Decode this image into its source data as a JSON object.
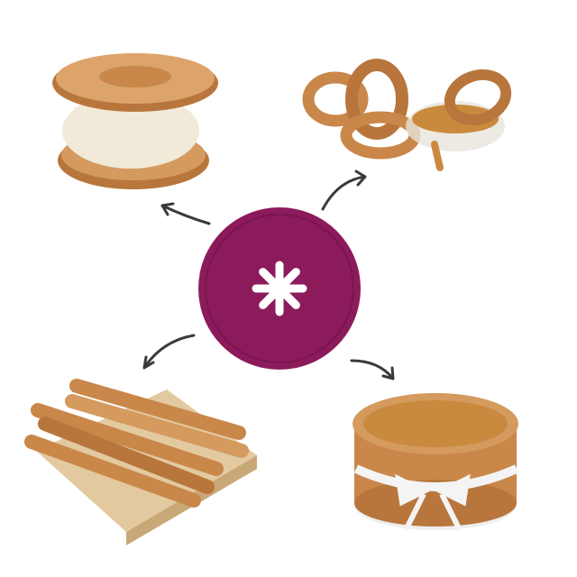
{
  "colors": {
    "background": "#ffffff",
    "disc": "#8c1b5c",
    "disc_ring": "#7a1550",
    "churro": "#c9874a",
    "churro_dark": "#a8622c",
    "ice_cream": "#f1ead8",
    "caramel": "#c98a3e",
    "board": "#e3c9a0",
    "ribbon": "#f4f4f4",
    "arrow": "#3a3a3a"
  },
  "items": [
    {
      "name": "churro-ice-cream-sandwich"
    },
    {
      "name": "churro-rings-with-caramel-dip"
    },
    {
      "name": "churro-sticks-on-board"
    },
    {
      "name": "churro-cake-with-ribbon"
    }
  ],
  "center": {
    "name": "star-nozzle-disc",
    "star_points": 8
  }
}
